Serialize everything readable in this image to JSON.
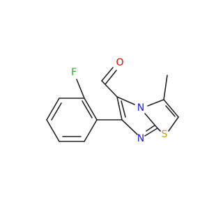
{
  "molecule": {
    "atoms": [
      {
        "id": "O1",
        "symbol": "O",
        "color": "#e00000"
      },
      {
        "id": "F1",
        "symbol": "F",
        "color": "#33aa33"
      },
      {
        "id": "N1",
        "symbol": "N",
        "color": "#1a1aee"
      },
      {
        "id": "N2",
        "symbol": "N",
        "color": "#1a1aee"
      },
      {
        "id": "S1",
        "symbol": "S",
        "color": "#bbaa00"
      }
    ],
    "bond_color": "#222222"
  }
}
